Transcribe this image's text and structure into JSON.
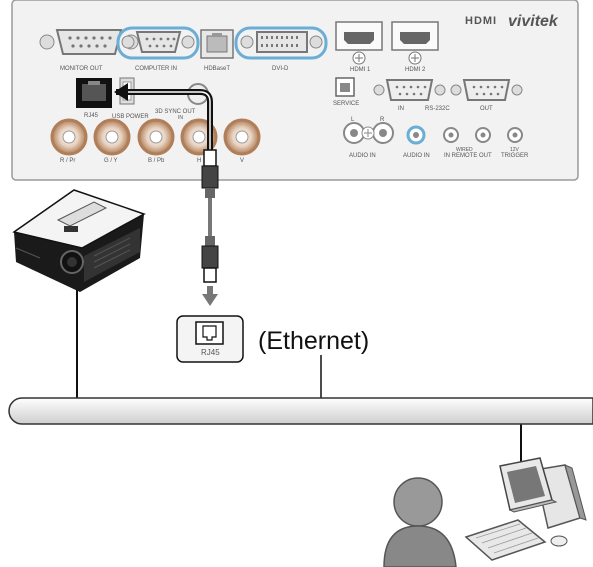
{
  "panel": {
    "brand_hdmi": "HDMI",
    "brand_vivitek": "vivitek",
    "monitor_label": "MONITOR OUT",
    "computer_label": "COMPUTER IN",
    "hdbaset_label": "HDBaseT",
    "dvi_label": "DVI-D",
    "hdmi1_label": "HDMI 1",
    "hdmi2_label": "HDMI 2",
    "rj45_label": "RJ45",
    "usb_label": "USB POWER",
    "sync_label": "3D SYNC OUT",
    "sync_sub": "IN",
    "service_label": "SERVICE",
    "rs232_left": "IN",
    "rs232_mid": "RS-232C",
    "rs232_right": "OUT",
    "audio_lr_l": "L",
    "audio_lr_r": "R",
    "audio_in1_label": "AUDIO IN",
    "audio_in2_label": "AUDIO IN",
    "wired_remote_top": "WIRED",
    "wired_remote_label": "IN REMOTE OUT",
    "trigger_top": "12V",
    "trigger_label": "TRIGGER",
    "bnc_labels": [
      "R / Pr",
      "G / Y",
      "B / Pb",
      "H",
      "V"
    ]
  },
  "network": {
    "jack_label": "RJ45",
    "ethernet_label": "(Ethernet)"
  },
  "colors": {
    "panel_bg": "#f0f0f0",
    "bnc_ring": "#c8946c",
    "port_blue": "#6aaed6",
    "cable_dark": "#1a1a1a"
  }
}
